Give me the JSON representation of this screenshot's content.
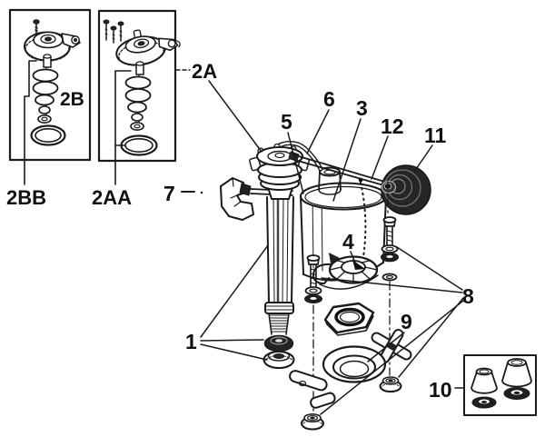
{
  "diagram": {
    "background": "#ffffff",
    "line_color": "#1a1a1a",
    "dark_fill": "#262626",
    "labels": {
      "part1": "1",
      "part2a": "2A",
      "part2aa": "2AA",
      "part2b": "2B",
      "part2bb": "2BB",
      "part3": "3",
      "part4": "4",
      "part5": "5",
      "part6": "6",
      "part7": "7",
      "part8": "8",
      "part9": "9",
      "part10": "10",
      "part11": "11",
      "part12": "12"
    }
  }
}
